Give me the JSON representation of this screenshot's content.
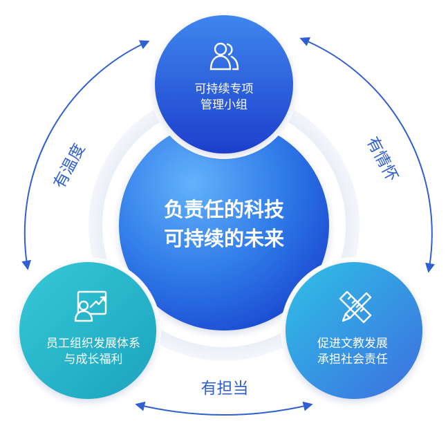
{
  "center": {
    "line1": "负责任的科技",
    "line2": "可持续的未来"
  },
  "top_node": {
    "line1": "可持续专项",
    "line2": "管理小组",
    "icon": "users-icon"
  },
  "left_node": {
    "line1": "员工组织发展体系",
    "line2": "与成长福利",
    "icon": "presentation-growth-icon"
  },
  "right_node": {
    "line1": "促进文教发展",
    "line2": "承担社会责任",
    "icon": "ruler-pencil-icon"
  },
  "edges": {
    "left": "有温度",
    "right": "有情怀",
    "bottom": "有担当"
  },
  "colors": {
    "blue_dark": "#1f4fd6",
    "blue_light": "#4a9cf0",
    "teal": "#1fb7c7",
    "arrow": "#2f5fd0"
  }
}
